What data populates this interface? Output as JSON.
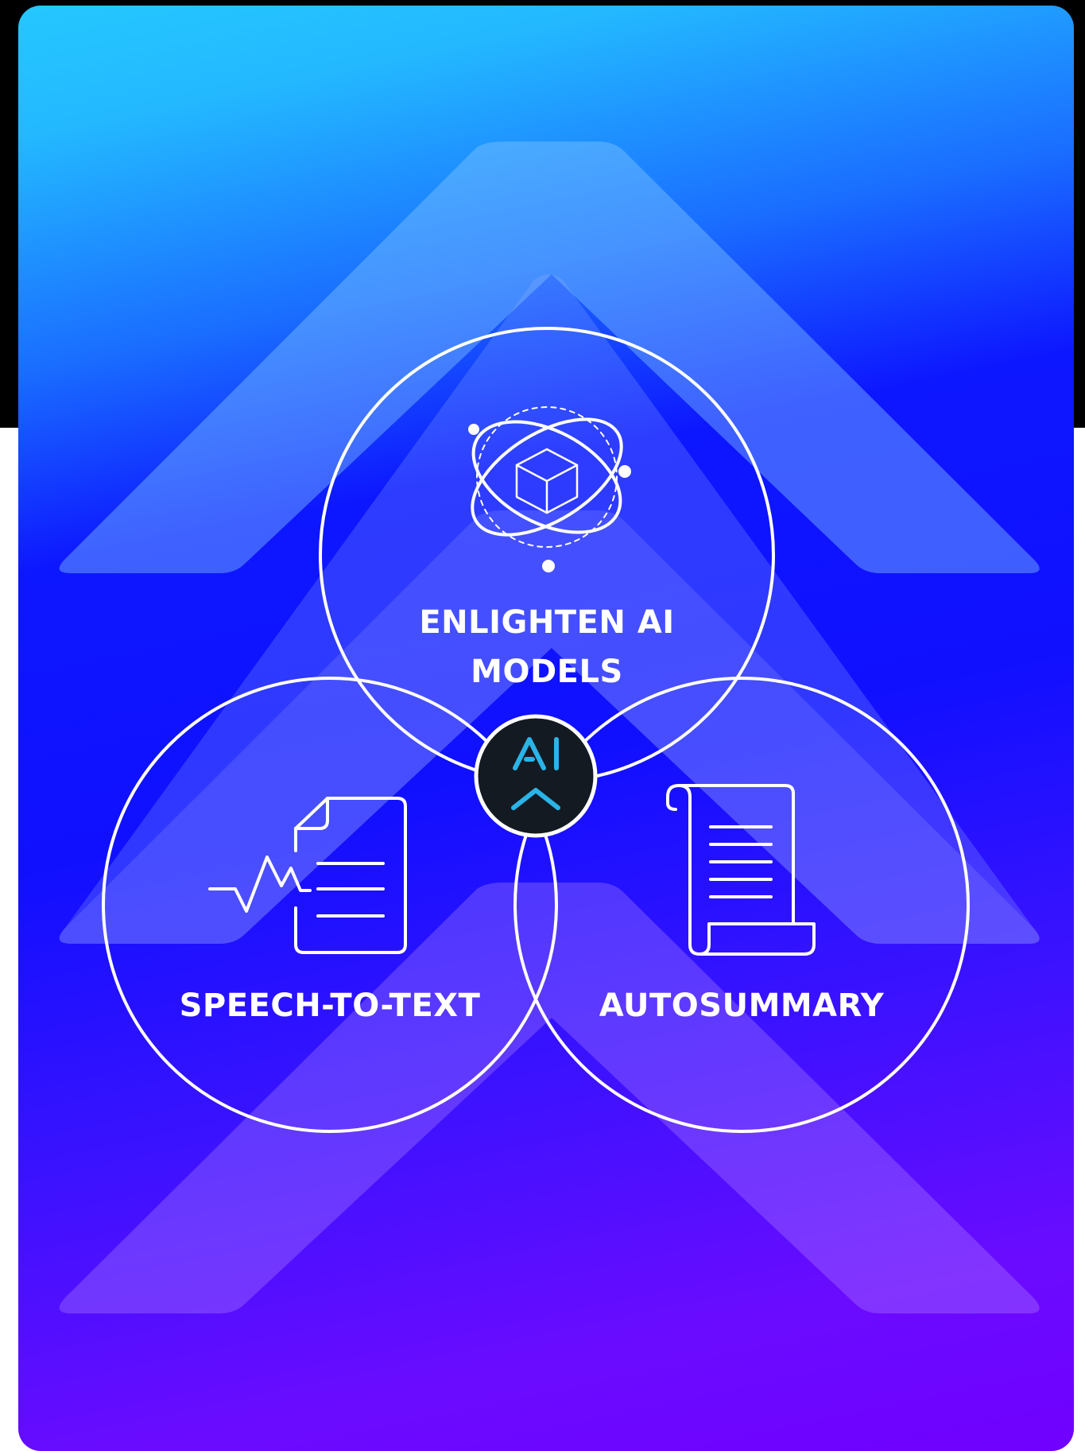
{
  "diagram": {
    "title_circle": {
      "label_line1": "ENLIGHTEN AI",
      "label_line2": "MODELS",
      "icon": "atom-cube-icon"
    },
    "left_circle": {
      "label": "SPEECH-TO-TEXT",
      "icon": "waveform-document-icon"
    },
    "right_circle": {
      "label": "AUTOSUMMARY",
      "icon": "scroll-document-icon"
    },
    "center_badge": {
      "text": "AI",
      "icon": "ai-chevron-logo-icon"
    },
    "colors": {
      "gradient_top": "#25c8ff",
      "gradient_mid": "#1010ff",
      "gradient_bottom": "#7000ff",
      "badge_bg": "#141a22",
      "badge_accent": "#2ab4e8",
      "line": "#ffffff"
    }
  }
}
